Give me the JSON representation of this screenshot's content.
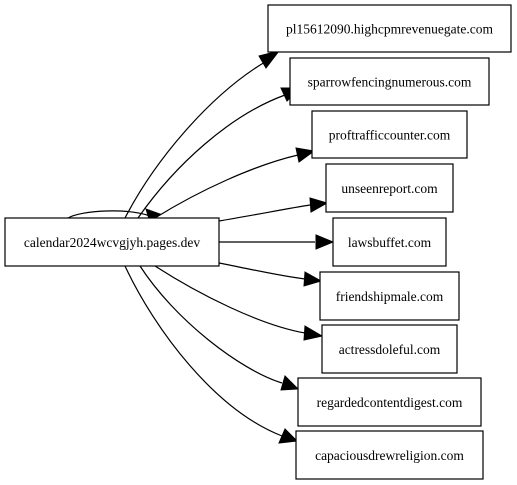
{
  "graph": {
    "source": {
      "id": "src",
      "label": "calendar2024wcvgjyh.pages.dev"
    },
    "targets": [
      {
        "id": "t1",
        "label": "pl15612090.highcpmrevenuegate.com"
      },
      {
        "id": "t2",
        "label": "sparrowfencingnumerous.com"
      },
      {
        "id": "t3",
        "label": "proftrafficcounter.com"
      },
      {
        "id": "t4",
        "label": "unseenreport.com"
      },
      {
        "id": "t5",
        "label": "lawsbuffet.com"
      },
      {
        "id": "t6",
        "label": "friendshipmale.com"
      },
      {
        "id": "t7",
        "label": "actressdoleful.com"
      },
      {
        "id": "t8",
        "label": "regardedcontentdigest.com"
      },
      {
        "id": "t9",
        "label": "capaciousdrewreligion.com"
      }
    ],
    "edges": [
      {
        "from": "src",
        "to": "src"
      },
      {
        "from": "src",
        "to": "t1"
      },
      {
        "from": "src",
        "to": "t2"
      },
      {
        "from": "src",
        "to": "t3"
      },
      {
        "from": "src",
        "to": "t4"
      },
      {
        "from": "src",
        "to": "t5"
      },
      {
        "from": "src",
        "to": "t6"
      },
      {
        "from": "src",
        "to": "t7"
      },
      {
        "from": "src",
        "to": "t8"
      },
      {
        "from": "src",
        "to": "t9"
      }
    ]
  }
}
